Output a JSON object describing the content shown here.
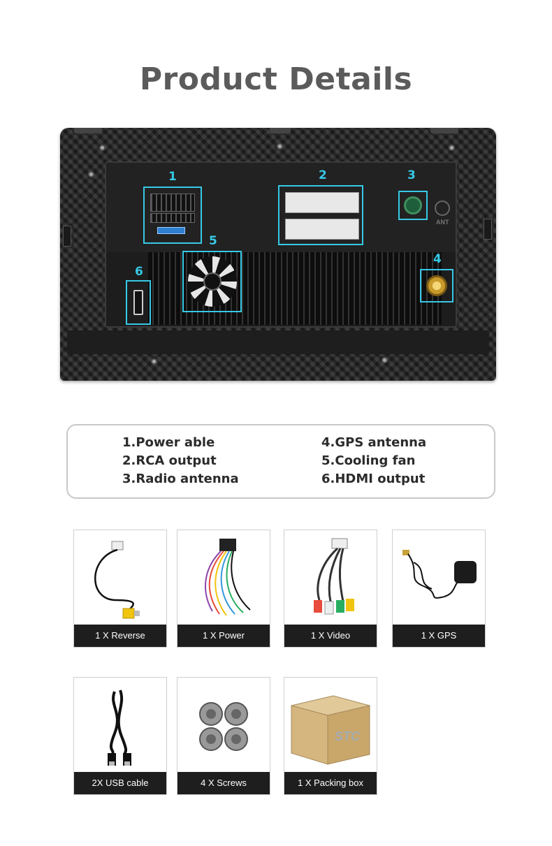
{
  "title": "Product Details",
  "ports": [
    {
      "num": "1"
    },
    {
      "num": "2"
    },
    {
      "num": "3"
    },
    {
      "num": "4"
    },
    {
      "num": "5"
    },
    {
      "num": "6"
    }
  ],
  "panel_marks": {
    "ant": "ANT"
  },
  "legend": {
    "left": [
      "1.Power able",
      "2.RCA output",
      "3.Radio antenna"
    ],
    "right": [
      "4.GPS antenna",
      "5.Cooling fan",
      "6.HDMI output"
    ]
  },
  "accessories": [
    {
      "label": "1 X Reverse",
      "icon": "reverse-cable-icon"
    },
    {
      "label": "1 X Power",
      "icon": "power-harness-icon"
    },
    {
      "label": "1 X Video",
      "icon": "video-rca-cable-icon"
    },
    {
      "label": "1 X GPS",
      "icon": "gps-antenna-icon"
    },
    {
      "label": "2X USB cable",
      "icon": "usb-cable-icon"
    },
    {
      "label": "4 X Screws",
      "icon": "screws-icon"
    },
    {
      "label": "1 X Packing box",
      "icon": "packing-box-icon"
    }
  ],
  "box_print": "STC",
  "colors": {
    "accent": "#36c9e6",
    "title": "#5b5b5b",
    "label_bg": "#1e1e1e"
  }
}
